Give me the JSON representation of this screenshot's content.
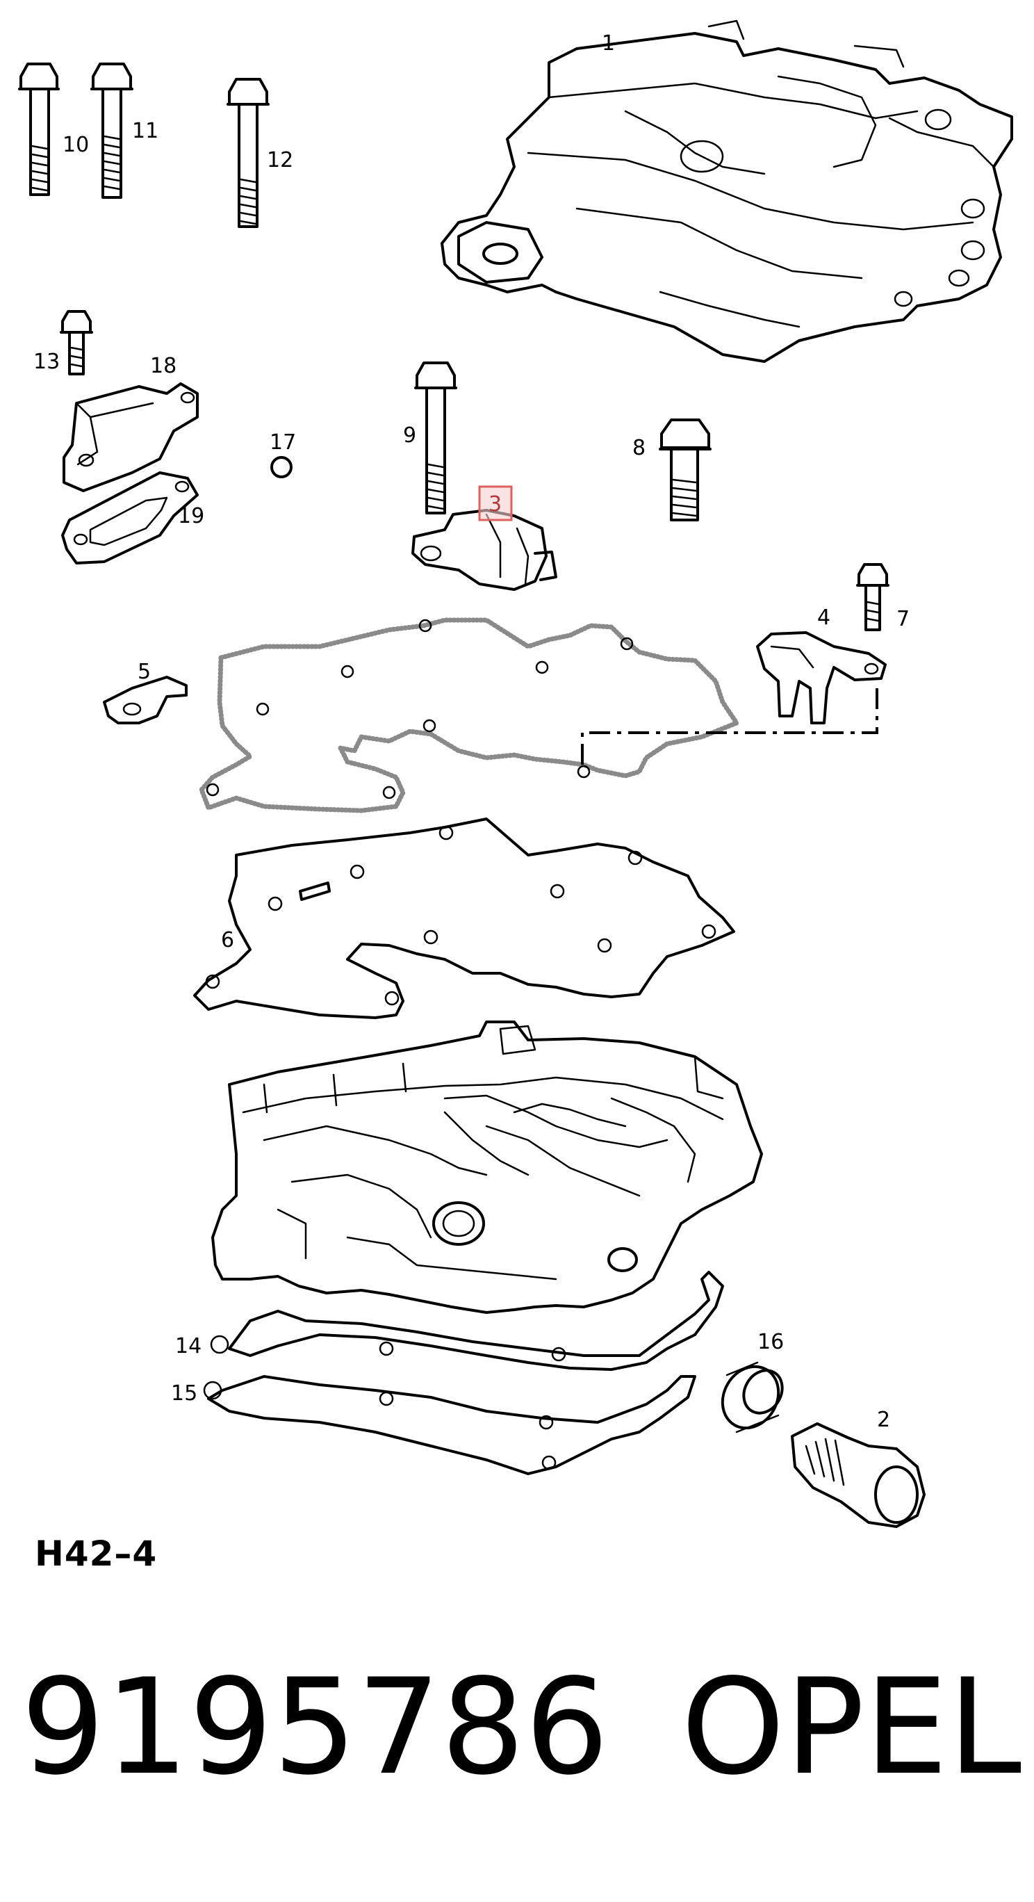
{
  "labels": {
    "p1": "1",
    "p2": "2",
    "p3": "3",
    "p4": "4",
    "p5": "5",
    "p6": "6",
    "p7": "7",
    "p8": "8",
    "p9": "9",
    "p10": "10",
    "p11": "11",
    "p12": "12",
    "p13": "13",
    "p14": "14",
    "p15": "15",
    "p16": "16",
    "p17": "17",
    "p18": "18",
    "p19": "19"
  },
  "diagram_code": "H42–4",
  "part_number": "9195786",
  "brand": "OPEL",
  "colors": {
    "highlight": "#e06060",
    "ink": "#000000"
  }
}
